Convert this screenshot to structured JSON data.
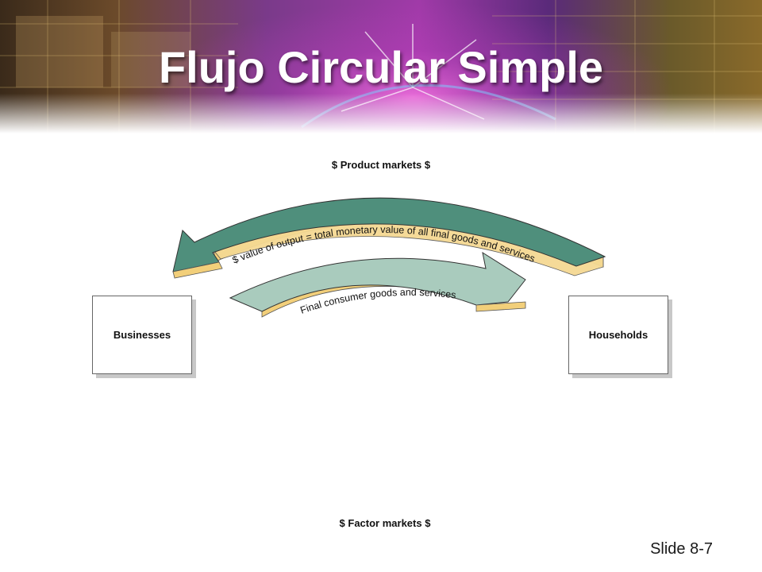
{
  "slide": {
    "title": "Flujo Circular Simple",
    "number": "Slide 8-7"
  },
  "diagram": {
    "product_markets": "$ Product markets $",
    "factor_markets": "$ Factor markets $",
    "businesses": "Businesses",
    "households": "Households",
    "outer_arrow_label": "$ value of output = total monetary value of all final goods and services",
    "inner_arrow_label": "Final consumer goods and services",
    "colors": {
      "outer_arrow": "#4f8f7c",
      "inner_arrow": "#a9cbbd",
      "arrow_edge": "#f2cf7a"
    }
  }
}
